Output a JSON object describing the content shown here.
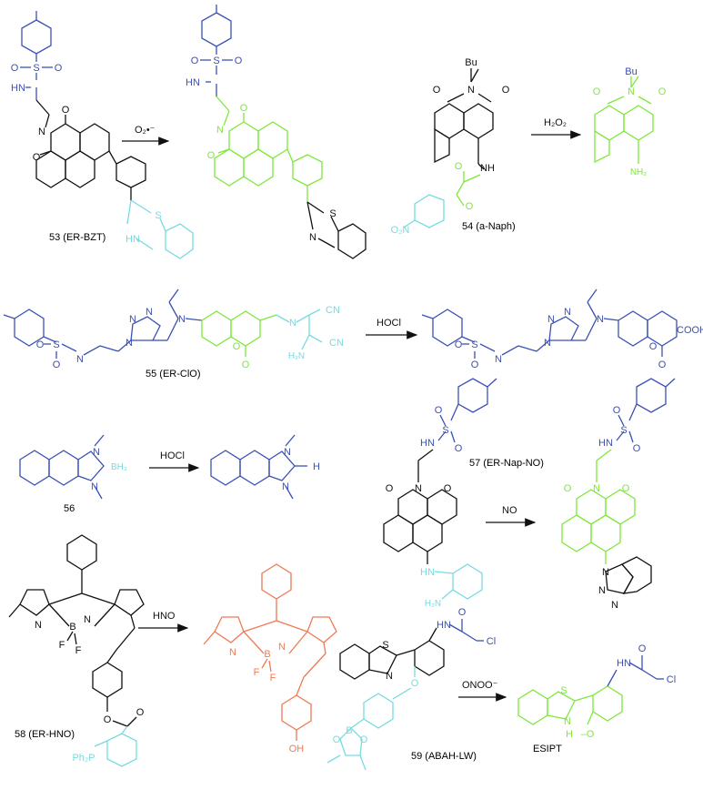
{
  "colors": {
    "black": "#111111",
    "blue": "#3a50b4",
    "green": "#7ee83a",
    "cyan": "#77dbe0",
    "orange": "#ef7a55"
  },
  "reactions": {
    "r53": {
      "label": "53 (ER-BZT)",
      "reagent": "O₂•⁻"
    },
    "r54": {
      "label": "54 (a-Naph)",
      "reagent": "H₂O₂"
    },
    "r55": {
      "label": "55 (ER-ClO)",
      "reagent": "HOCl"
    },
    "r56": {
      "label": "56",
      "reagent": "HOCl"
    },
    "r57": {
      "label": "57 (ER-Nap-NO)",
      "reagent": "NO"
    },
    "r58": {
      "label": "58 (ER-HNO)",
      "reagent": "HNO"
    },
    "r59": {
      "label": "59 (ABAH-LW)",
      "reagent": "ONOO⁻",
      "product_label": "ESIPT"
    }
  },
  "atoms": {
    "O": "O",
    "N": "N",
    "S": "S",
    "HN": "HN",
    "NH": "NH",
    "NH2": "NH₂",
    "H2N": "H₂N",
    "Bu": "Bu",
    "O2N": "O₂N",
    "CN": "CN",
    "COOH": "COOH",
    "Cl": "Cl",
    "OH": "OH",
    "O_minus": "–O",
    "H": "H",
    "B": "B",
    "F": "F",
    "Ph2P": "Ph₂P",
    "BH3": "BH₃"
  }
}
